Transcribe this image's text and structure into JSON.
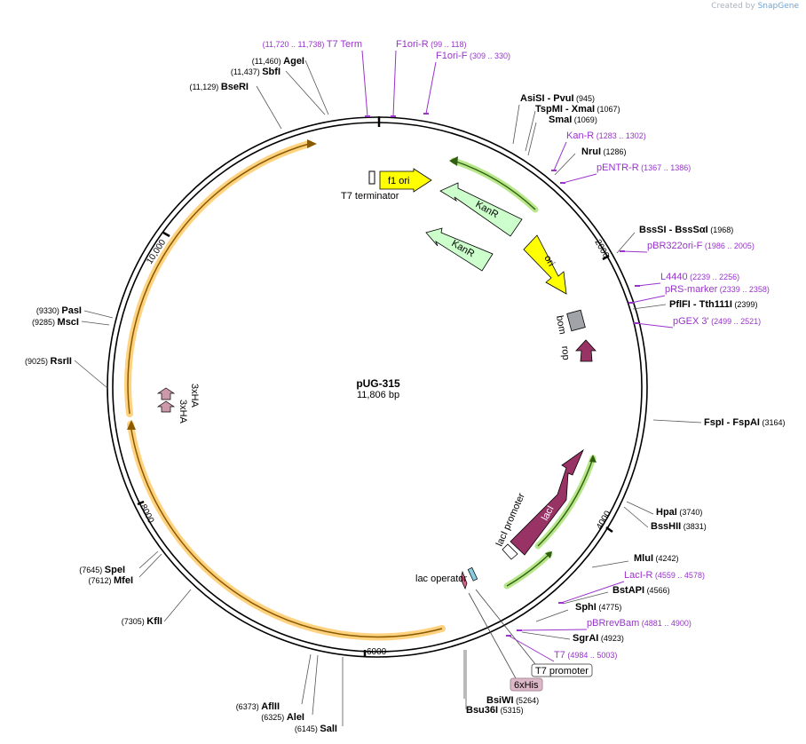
{
  "watermark": {
    "prefix": "Created by",
    "brand": "SnapGene"
  },
  "plasmid": {
    "name": "pUG-315",
    "length": "11,806 bp"
  },
  "ticks": [
    "2000",
    "4000",
    "6000",
    "8000",
    "10,000"
  ],
  "sites": [
    {
      "name": "AsiSI",
      "name2": "PvuI",
      "pos": "(945)"
    },
    {
      "name": "TspMI",
      "name2": "XmaI",
      "pos": "(1067)"
    },
    {
      "name": "SmaI",
      "pos": "(1069)"
    },
    {
      "name": "NruI",
      "pos": "(1286)"
    },
    {
      "name": "BssSI",
      "name2": "BssSαI",
      "pos": "(1968)"
    },
    {
      "name": "PflFI",
      "name2": "Tth111I",
      "pos": "(2399)"
    },
    {
      "name": "FspI",
      "name2": "FspAI",
      "pos": "(3164)"
    },
    {
      "name": "HpaI",
      "pos": "(3740)"
    },
    {
      "name": "BssHII",
      "pos": "(3831)"
    },
    {
      "name": "MluI",
      "pos": "(4242)"
    },
    {
      "name": "BstAPI",
      "pos": "(4566)"
    },
    {
      "name": "SphI",
      "pos": "(4775)"
    },
    {
      "name": "SgrAI",
      "pos": "(4923)"
    },
    {
      "name": "BsiWI",
      "pos": "(5264)"
    },
    {
      "name": "Bsu36I",
      "pos": "(5315)"
    },
    {
      "name": "SalI",
      "pos": "(6145)"
    },
    {
      "name": "AleI",
      "pos": "(6325)"
    },
    {
      "name": "AflII",
      "pos": "(6373)"
    },
    {
      "name": "KflI",
      "pos": "(7305)"
    },
    {
      "name": "MfeI",
      "pos": "(7612)"
    },
    {
      "name": "SpeI",
      "pos": "(7645)"
    },
    {
      "name": "RsrII",
      "pos": "(9025)"
    },
    {
      "name": "MscI",
      "pos": "(9285)"
    },
    {
      "name": "PasI",
      "pos": "(9330)"
    },
    {
      "name": "BseRI",
      "pos": "(11,129)"
    },
    {
      "name": "SbfI",
      "pos": "(11,437)"
    },
    {
      "name": "AgeI",
      "pos": "(11,460)"
    }
  ],
  "primers": [
    {
      "name": "T7 Term",
      "pos": "(11,720 .. 11,738)"
    },
    {
      "name": "F1ori-R",
      "pos": "(99 .. 118)"
    },
    {
      "name": "F1ori-F",
      "pos": "(309 .. 330)"
    },
    {
      "name": "Kan-R",
      "pos": "(1283 .. 1302)"
    },
    {
      "name": "pENTR-R",
      "pos": "(1367 .. 1386)"
    },
    {
      "name": "pBR322ori-F",
      "pos": "(1986 .. 2005)"
    },
    {
      "name": "L4440",
      "pos": "(2239 .. 2256)"
    },
    {
      "name": "pRS-marker",
      "pos": "(2339 .. 2358)"
    },
    {
      "name": "pGEX 3'",
      "pos": "(2499 .. 2521)"
    },
    {
      "name": "LacI-R",
      "pos": "(4559 .. 4578)"
    },
    {
      "name": "pBRrevBam",
      "pos": "(4881 .. 4900)"
    },
    {
      "name": "T7",
      "pos": "(4984 .. 5003)"
    }
  ],
  "features": {
    "f1ori": "f1 ori",
    "t7term": "T7 terminator",
    "kanr1": "KanR",
    "kanr2": "KanR",
    "ori": "ori",
    "bom": "bom",
    "rop": "rop",
    "laci": "lacI",
    "laci_promoter": "lacI promoter",
    "lac_operator": "lac operator",
    "t7_promoter": "T7 promoter",
    "his": "6xHis",
    "ha1": "3xHA",
    "ha2": "3xHA"
  },
  "colors": {
    "backbone": "#000000",
    "primer": "#9933cc",
    "f1ori": "#ffff00",
    "kanr": "#ccffcc",
    "ori": "#ffff00",
    "bom": "#a0a4a8",
    "rop": "#993366",
    "laci": "#993366",
    "ha": "#cc99aa",
    "orf_green": "#66aa22",
    "orf_orange": "#ffcc66"
  }
}
